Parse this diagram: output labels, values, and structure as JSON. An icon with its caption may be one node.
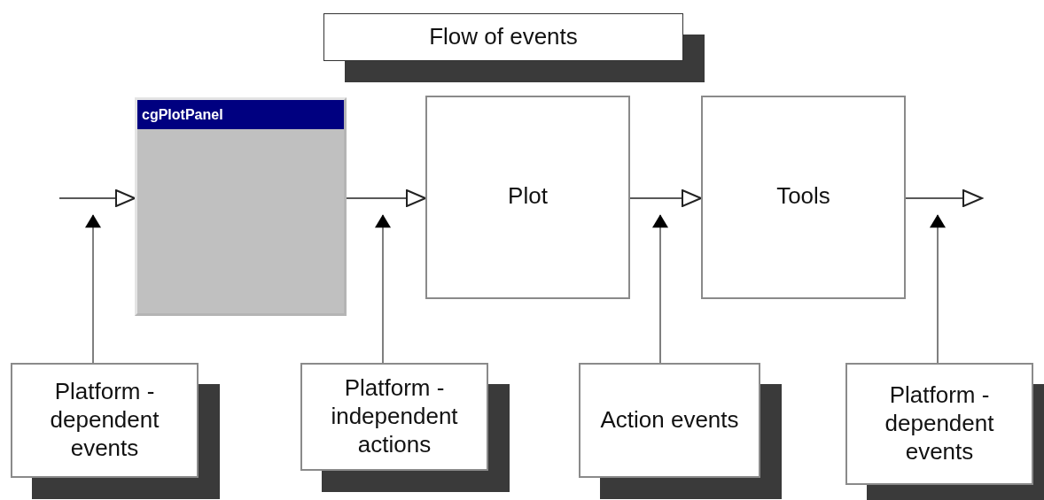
{
  "diagram": {
    "nodes": [
      {
        "text": [
          "Flow of events"
        ]
      },
      {
        "text": [
          "cgPlotPanel"
        ]
      },
      {
        "text": [
          "Plot"
        ]
      },
      {
        "text": [
          "Tools"
        ]
      },
      {
        "text": [
          "Platform - dependent events"
        ]
      },
      {
        "text": [
          "Platform - independent actions"
        ]
      },
      {
        "text": [
          "Action events"
        ]
      },
      {
        "text": [
          "Platform - dependent events"
        ]
      }
    ],
    "edges": [
      {
        "from": null,
        "to": 1,
        "arrow": "to"
      },
      {
        "from": 1,
        "to": 2,
        "arrow": "to"
      },
      {
        "from": 2,
        "to": 3,
        "arrow": "to"
      },
      {
        "from": 3,
        "to": null,
        "arrow": "to"
      },
      {
        "from": 4,
        "to": null,
        "arrow": "to"
      },
      {
        "from": 5,
        "to": null,
        "arrow": "to"
      },
      {
        "from": 6,
        "to": null,
        "arrow": "to"
      },
      {
        "from": 7,
        "to": null,
        "arrow": "to"
      }
    ]
  }
}
